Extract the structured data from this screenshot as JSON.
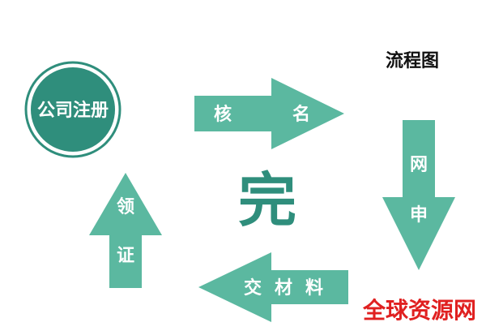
{
  "title": "流程图",
  "center_text": "完",
  "watermark": "全球资源网",
  "colors": {
    "teal": "#5bb8a0",
    "teal_dark": "#2f8e7c",
    "text_on_shape": "#ffffff",
    "title": "#111111",
    "center_text": "#2f8e7c",
    "watermark": "#e02020"
  },
  "nodes": {
    "start": "公司注册",
    "step1": {
      "char1": "核",
      "char2": "名"
    },
    "step2": {
      "char1": "网",
      "char2": "申"
    },
    "step3": {
      "char1": "交",
      "char2": "材",
      "char3": "料"
    },
    "step4": {
      "char1": "领",
      "char2": "证"
    }
  }
}
